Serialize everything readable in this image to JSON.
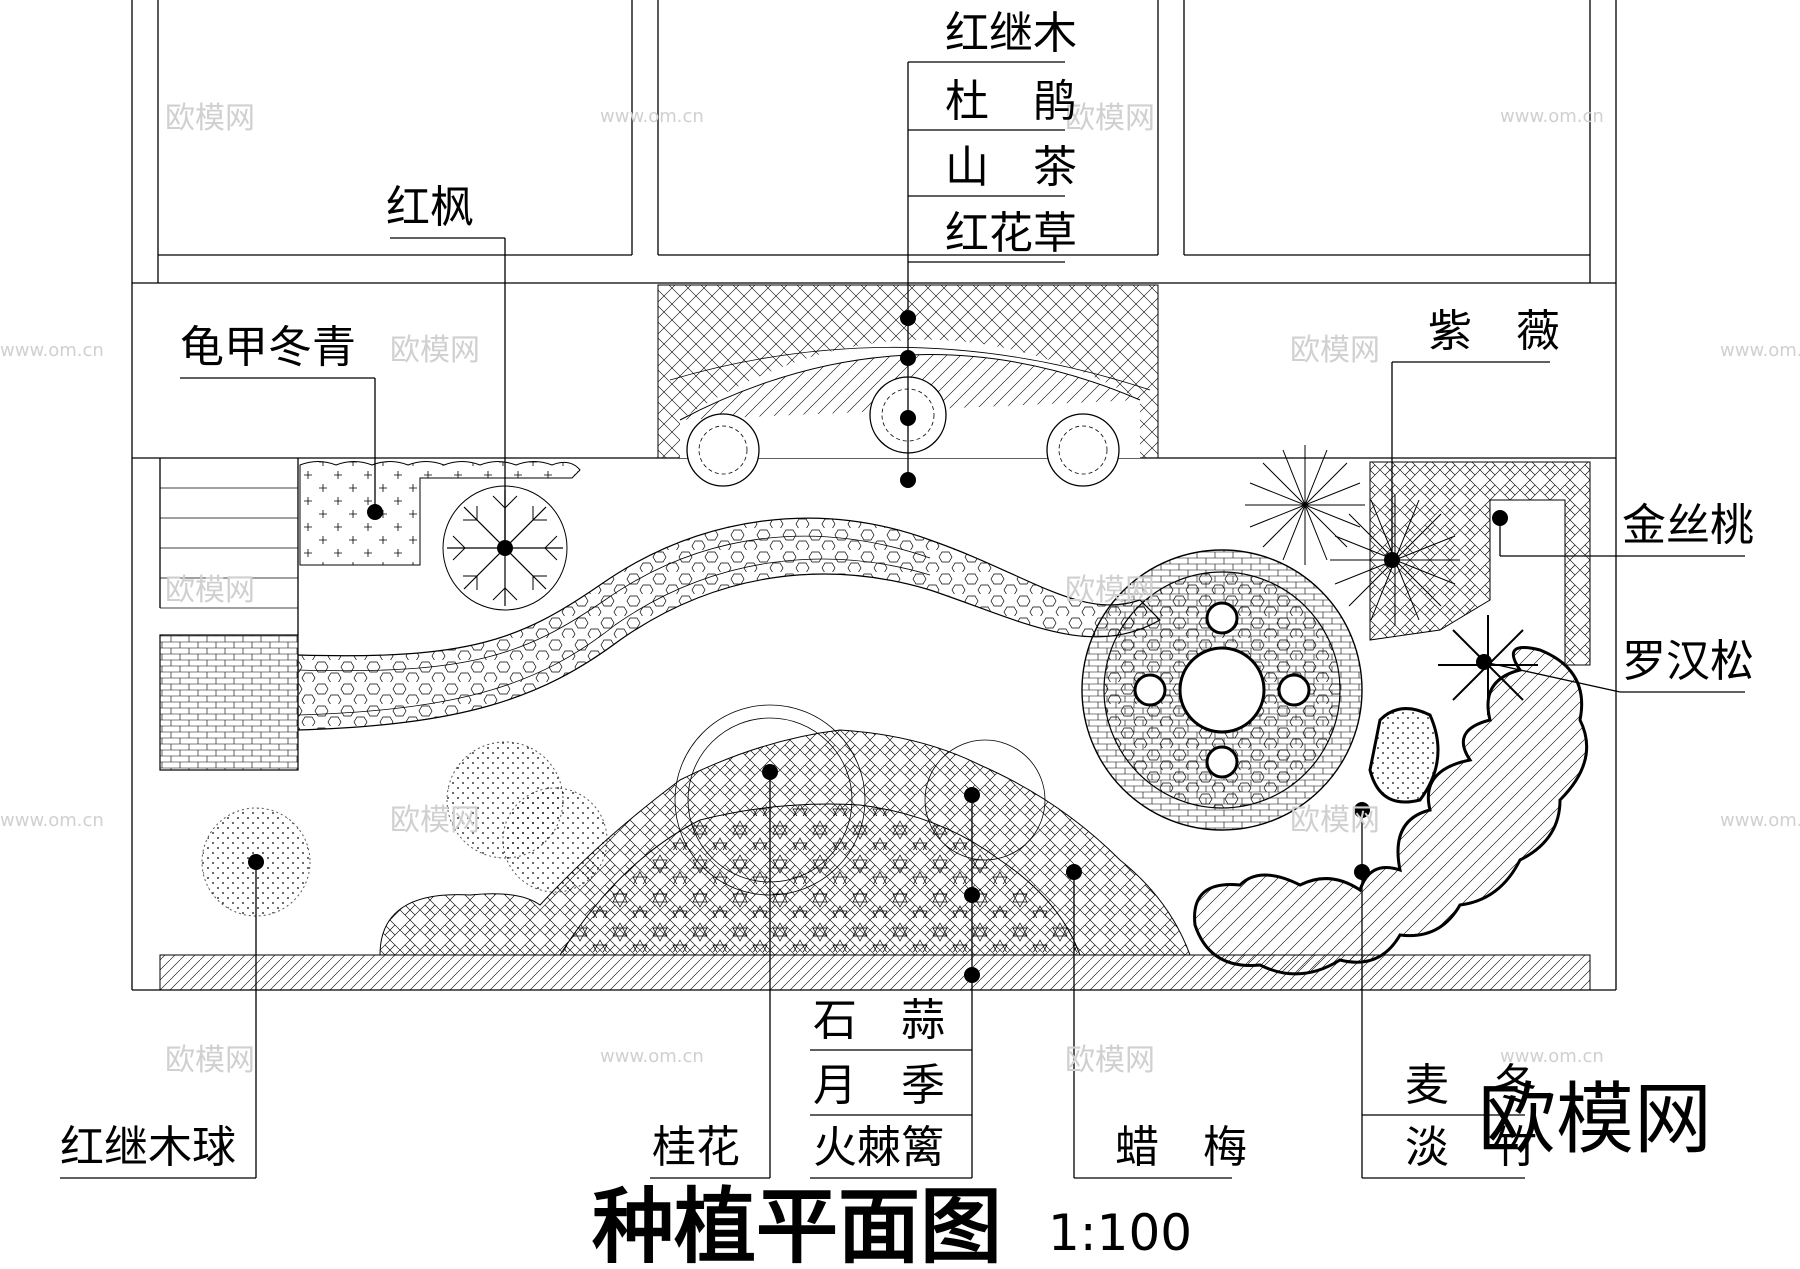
{
  "title": "种植平面图",
  "scale": "1:100",
  "watermark": "欧模网",
  "watermark_url": "www.om.cn",
  "labels": {
    "top_group": [
      "红继木",
      "杜　鹃",
      "山　茶",
      "红花草"
    ],
    "hongfeng": "红枫",
    "guijia": "龟甲冬青",
    "ziwei": "紫　薇",
    "jinsitao": "金丝桃",
    "luohansong": "罗汉松",
    "hongjimuqiu": "红继木球",
    "guihua": "桂花",
    "bottom_group": [
      "石　蒜",
      "月　季",
      "火棘篱"
    ],
    "lamei": "蜡　梅",
    "right_bottom_group": [
      "麦　冬",
      "淡　竹"
    ]
  }
}
